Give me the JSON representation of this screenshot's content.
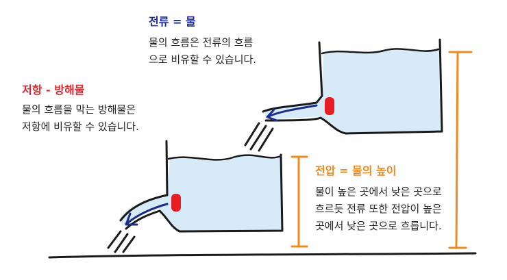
{
  "current": {
    "title": "전류 = 물",
    "body": "물의 흐름은 전류의 흐름\n으로 비유할 수 있습니다."
  },
  "resistance": {
    "title": "저항 - 방해물",
    "body": "물의 흐름을 막는 방해물은\n저항에 비유할 수 있습니다."
  },
  "voltage": {
    "title": "전압  = 물의 높이",
    "body": "물이 높은 곳에서 낮은 곳으로\n흐르듯 전류 또한 전압이 높은\n곳에서 낮은 곳으로 흐릅니다."
  },
  "colors": {
    "current_title": "#1a2a9a",
    "resistance_title": "#e0262b",
    "voltage_title": "#f0891e",
    "water": "#d6ebf7",
    "outline": "#1a1a1a",
    "resistor": "#e81c23",
    "arrow": "#1c2c8c",
    "measure": "#f0891e"
  }
}
